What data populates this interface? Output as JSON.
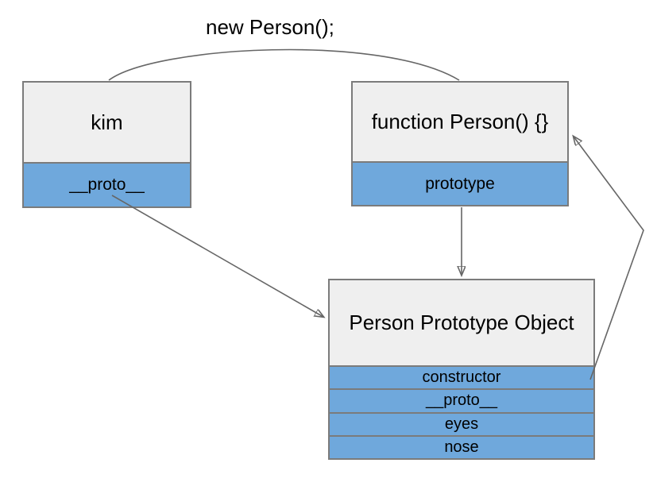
{
  "title_label": {
    "text": "new Person();"
  },
  "colors": {
    "header_fill": "#efefef",
    "row_fill": "#6fa8dc",
    "border": "#7b7b7b",
    "connector": "#666666",
    "text": "#000000",
    "background": "#ffffff"
  },
  "boxes": {
    "kim": {
      "title": "kim",
      "rows": [
        "__proto__"
      ]
    },
    "person_function": {
      "title": "function Person() {}",
      "rows": [
        "prototype"
      ]
    },
    "person_prototype": {
      "title": "Person Prototype Object",
      "rows": [
        "constructor",
        "__proto__",
        "eyes",
        "nose"
      ]
    }
  },
  "connectors": [
    {
      "name": "new-person-call-curve",
      "from": "kim",
      "to": "function Person() {}",
      "shape": "arc",
      "arrowhead": false
    },
    {
      "name": "kim-proto-arrow",
      "from": "kim.__proto__",
      "to": "Person Prototype Object",
      "shape": "line",
      "arrowhead": true
    },
    {
      "name": "prototype-arrow",
      "from": "function Person().prototype",
      "to": "Person Prototype Object",
      "shape": "line",
      "arrowhead": true
    },
    {
      "name": "constructor-arrow",
      "from": "Person Prototype Object.constructor",
      "to": "function Person() {}",
      "shape": "polyline",
      "arrowhead": true
    }
  ]
}
